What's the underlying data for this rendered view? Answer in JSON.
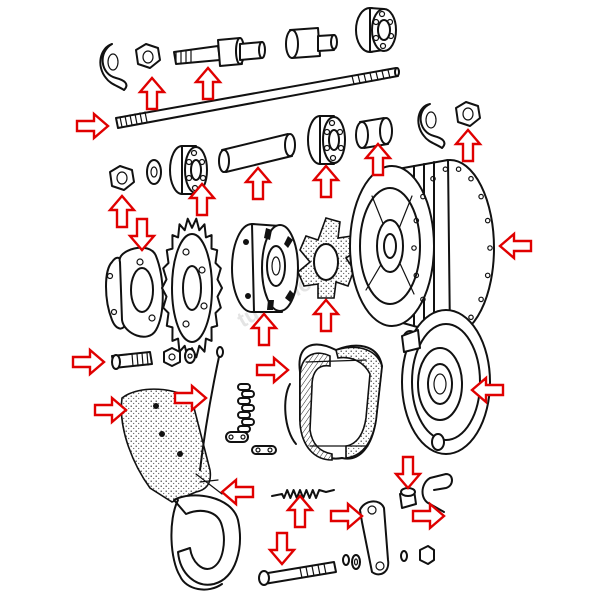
{
  "diagram": {
    "watermark_text": "tuttomotori",
    "arrow_color": "#e00000",
    "ink_color": "#111111",
    "background_color": "#ffffff",
    "callout_arrows": [
      {
        "name": "arrow-spacer-nut",
        "points": "up"
      },
      {
        "name": "arrow-axle-bolt",
        "points": "up"
      },
      {
        "name": "arrow-long-axle",
        "points": "right"
      },
      {
        "name": "arrow-nut-right",
        "points": "up"
      },
      {
        "name": "arrow-spacer-washer",
        "points": "up"
      },
      {
        "name": "arrow-nut-left",
        "points": "up"
      },
      {
        "name": "arrow-bearing-left",
        "points": "up"
      },
      {
        "name": "arrow-spacer-tube",
        "points": "up"
      },
      {
        "name": "arrow-bearing-mid",
        "points": "up"
      },
      {
        "name": "arrow-sprocket",
        "points": "down"
      },
      {
        "name": "arrow-hub-shell",
        "points": "left"
      },
      {
        "name": "arrow-coupling",
        "points": "up"
      },
      {
        "name": "arrow-cush-rubber",
        "points": "up"
      },
      {
        "name": "arrow-sprocket-bolt",
        "points": "right"
      },
      {
        "name": "arrow-brake-shoes",
        "points": "right"
      },
      {
        "name": "arrow-brake-plate",
        "points": "left"
      },
      {
        "name": "arrow-chain-guard",
        "points": "right"
      },
      {
        "name": "arrow-chain",
        "points": "right"
      },
      {
        "name": "arrow-chain-clip",
        "points": "left"
      },
      {
        "name": "arrow-brake-spring",
        "points": "up"
      },
      {
        "name": "arrow-cam-lever",
        "points": "right"
      },
      {
        "name": "arrow-cam-nut",
        "points": "down"
      },
      {
        "name": "arrow-pin-clip",
        "points": "right"
      },
      {
        "name": "arrow-brake-rod",
        "points": "down"
      }
    ]
  }
}
